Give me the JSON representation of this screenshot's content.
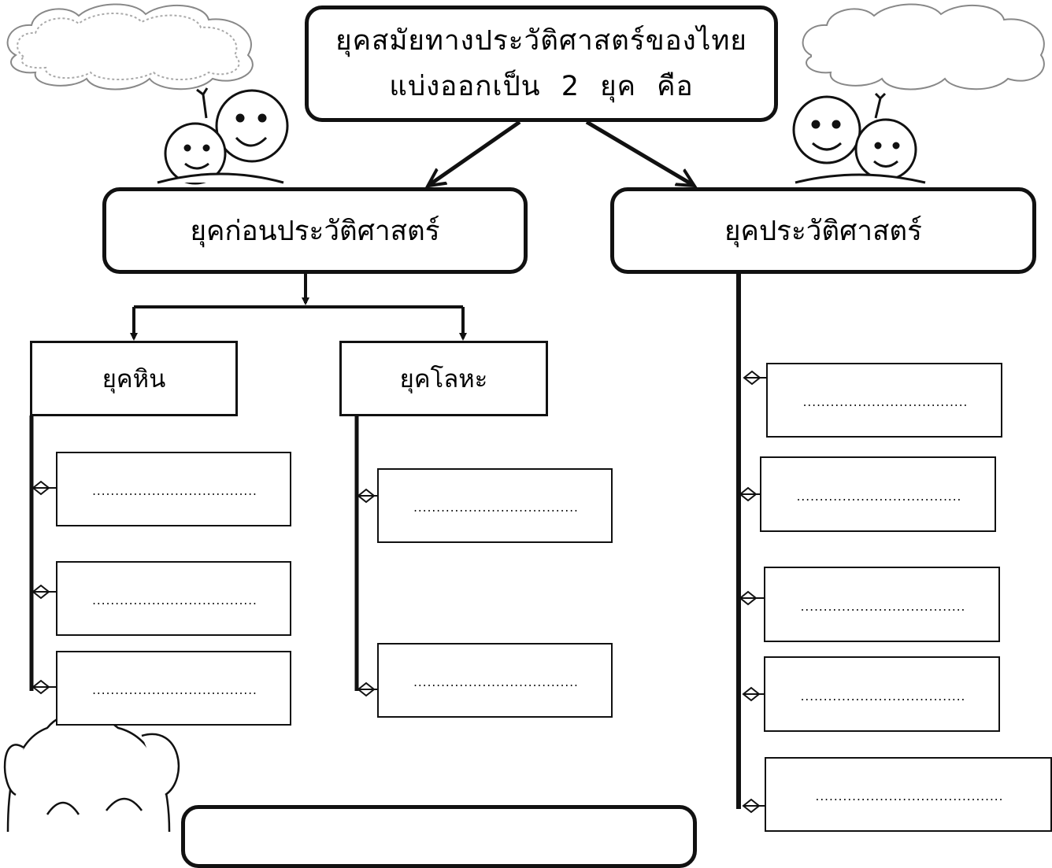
{
  "title": {
    "line1": "ยุคสมัยทางประวัติศาสตร์ของไทย",
    "line2": "แบ่งออกเป็น 2 ยุค คือ"
  },
  "prehistoric": {
    "label": "ยุคก่อนประวัติศาสตร์",
    "stone_age": {
      "label": "ยุคหิน",
      "blanks": [
        "....................................",
        "....................................",
        "...................................."
      ]
    },
    "metal_age": {
      "label": "ยุคโลหะ",
      "blanks": [
        "....................................",
        "...................................."
      ]
    }
  },
  "historic": {
    "label": "ยุคประวัติศาสตร์",
    "blanks": [
      "....................................",
      "....................................",
      "....................................",
      "....................................",
      "........................................."
    ]
  },
  "decorations": [
    "cloud-icon",
    "children-icon",
    "dog-icon"
  ],
  "colors": {
    "line": "#111111",
    "background": "#ffffff"
  }
}
